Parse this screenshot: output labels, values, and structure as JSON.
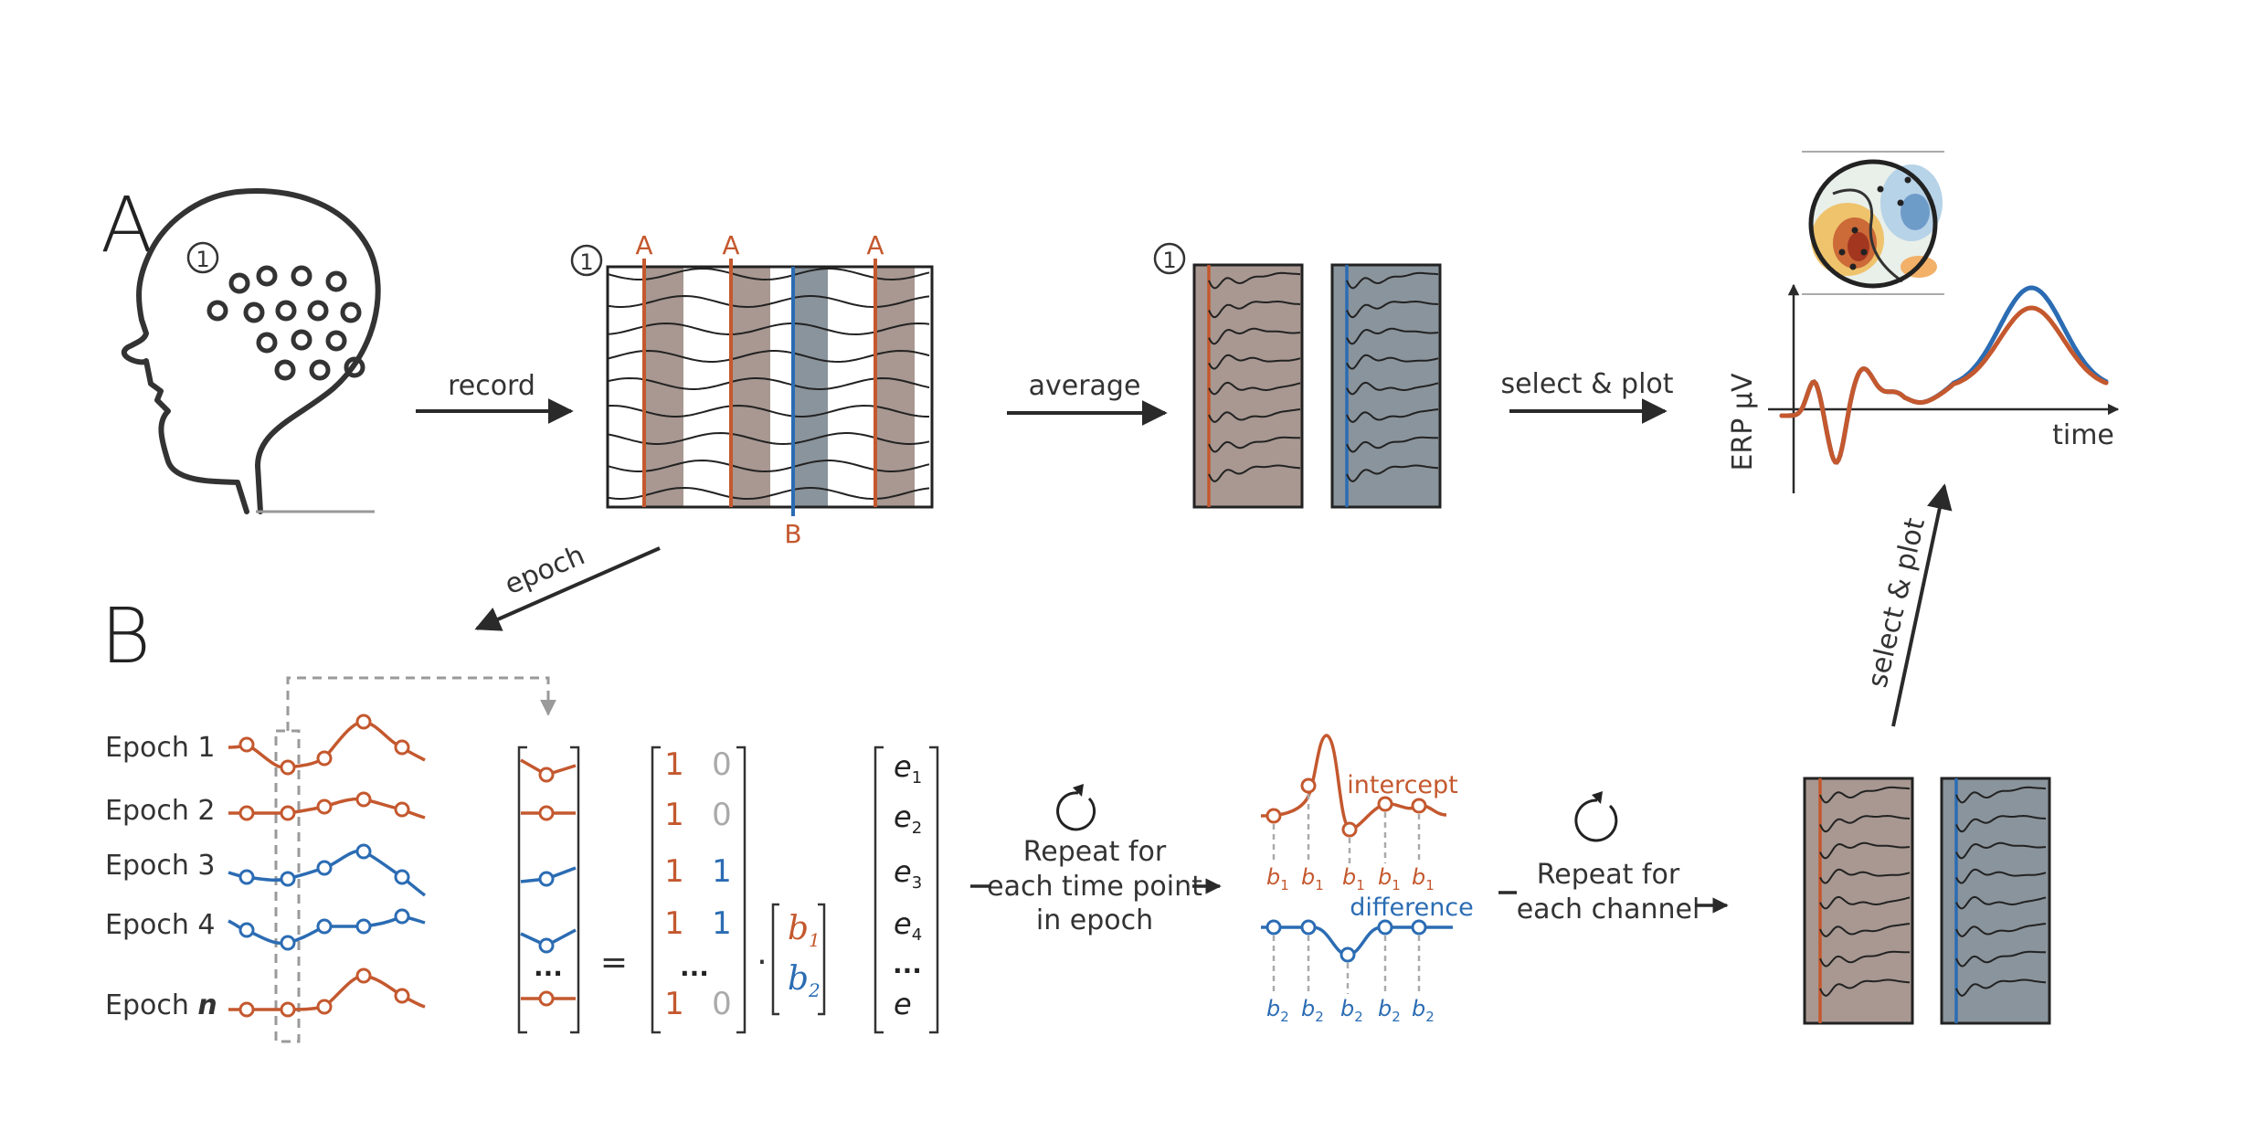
{
  "panels": {
    "a": "A",
    "b": "B"
  },
  "circled_marker": "1",
  "steps": {
    "record": "record",
    "average": "average",
    "select_plot": "select & plot",
    "select_plot_vertical": "select & plot",
    "epoch": "epoch",
    "repeat_time": [
      "Repeat for",
      "each time point",
      "in epoch"
    ],
    "repeat_channel": [
      "Repeat for",
      "each channel"
    ]
  },
  "events": {
    "a_label": "A",
    "b_label": "B"
  },
  "erp_plot": {
    "ylabel": "ERP μV",
    "xlabel": "time"
  },
  "epochs": [
    "Epoch 1",
    "Epoch 2",
    "Epoch 3",
    "Epoch 4",
    "Epoch"
  ],
  "epoch_n": "n",
  "equation": {
    "equals": "=",
    "ellipsis": "...",
    "dot": "·",
    "design_rows": [
      [
        "1",
        "0"
      ],
      [
        "1",
        "0"
      ],
      [
        "1",
        "1"
      ],
      [
        "1",
        "1"
      ],
      [
        "...",
        ""
      ],
      [
        "1",
        "0"
      ]
    ],
    "betas": [
      "b",
      "b"
    ],
    "beta_subs": [
      "1",
      "2"
    ],
    "errors": [
      "e",
      "e",
      "e",
      "e",
      "...",
      "e"
    ],
    "error_subs": [
      "1",
      "2",
      "3",
      "4",
      "",
      ""
    ]
  },
  "coef_labels": {
    "intercept": "intercept",
    "difference": "difference"
  },
  "colors": {
    "condition_a": "#c4582e",
    "condition_b": "#2b6cb3",
    "shade_a": "#a89891",
    "shade_b": "#8a949c",
    "text": "#333333",
    "dashed": "#9a9a9a"
  }
}
